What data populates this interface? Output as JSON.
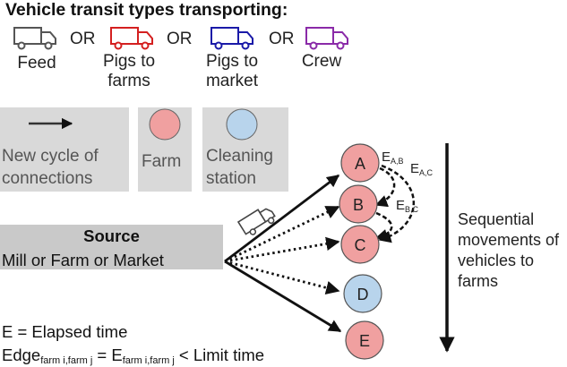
{
  "title": "Vehicle transit types transporting:",
  "vehicle_types": [
    {
      "label": "Feed",
      "color": "#555555"
    },
    {
      "label": "Pigs to farms",
      "color": "#d42020"
    },
    {
      "label": "Pigs to market",
      "color": "#1a1aa8"
    },
    {
      "label": "Crew",
      "color": "#8a2aa8"
    }
  ],
  "or_label": "OR",
  "legend": {
    "cycle": "New cycle of connections",
    "farm": "Farm",
    "cleaning": "Cleaning station"
  },
  "colors": {
    "farm_fill": "#f0a0a0",
    "cleaning_fill": "#b8d4ec",
    "legend_bg": "#d9d9d9",
    "source_bg": "#c9c9c9"
  },
  "source": {
    "title": "Source",
    "subtitle": "Mill or Farm or Market"
  },
  "nodes": [
    {
      "label": "A",
      "type": "farm"
    },
    {
      "label": "B",
      "type": "farm"
    },
    {
      "label": "C",
      "type": "farm"
    },
    {
      "label": "D",
      "type": "cleaning"
    },
    {
      "label": "E",
      "type": "farm"
    }
  ],
  "edges": {
    "ab": {
      "main": "E",
      "sub": "A,B"
    },
    "ac": {
      "main": "E",
      "sub": "A,C"
    },
    "bc": {
      "main": "E",
      "sub": "B,C"
    }
  },
  "sequential_text": "Sequential movements of vehicles to farms",
  "elapsed_definition": "E = Elapsed time",
  "edge_definition": {
    "edge": "Edge",
    "edge_sub": "farm i,farm j",
    "equals": " = E",
    "e_sub": "farm i,farm j",
    "rest": " < Limit time"
  }
}
